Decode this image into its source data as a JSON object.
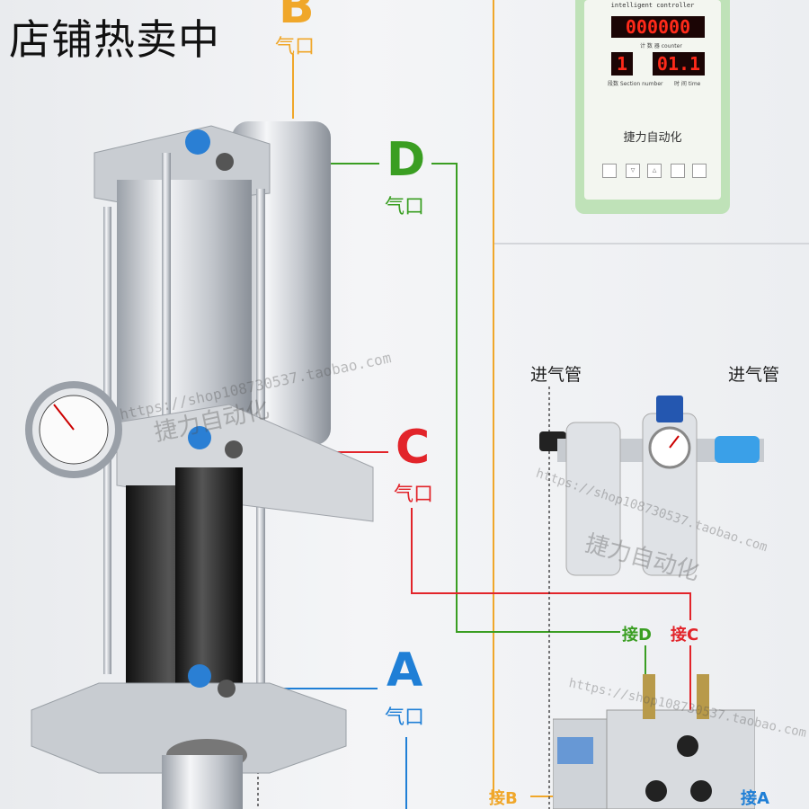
{
  "title": "店铺热卖中",
  "ports": {
    "b_letter": "B",
    "b_sub": "气口",
    "d_letter": "D",
    "d_sub": "气口",
    "c_letter": "C",
    "c_sub": "气口",
    "a_letter": "A",
    "a_sub": "气口"
  },
  "connections": {
    "jie_d": "接D",
    "jie_c": "接C",
    "jie_b": "接B",
    "jie_a": "接A"
  },
  "inlets": {
    "left": "进气管",
    "right": "进气管"
  },
  "controller": {
    "header": "intelligent controller",
    "counter_display": "000000",
    "counter_label": "计 数 器 counter",
    "section_display": "1",
    "time_display": "01.1",
    "section_label": "段数 Section number",
    "time_label": "时 间 time",
    "brand": "捷力自动化"
  },
  "watermarks": {
    "brand": "捷力自动化",
    "url": "https://shop108730537.taobao.com"
  },
  "colors": {
    "port_b": "#f0a72a",
    "port_d": "#3a9e22",
    "port_c": "#e2242a",
    "port_a": "#1f7fd6",
    "controller_shell": "#bfe2b8",
    "led_red": "#ff2a1a"
  }
}
